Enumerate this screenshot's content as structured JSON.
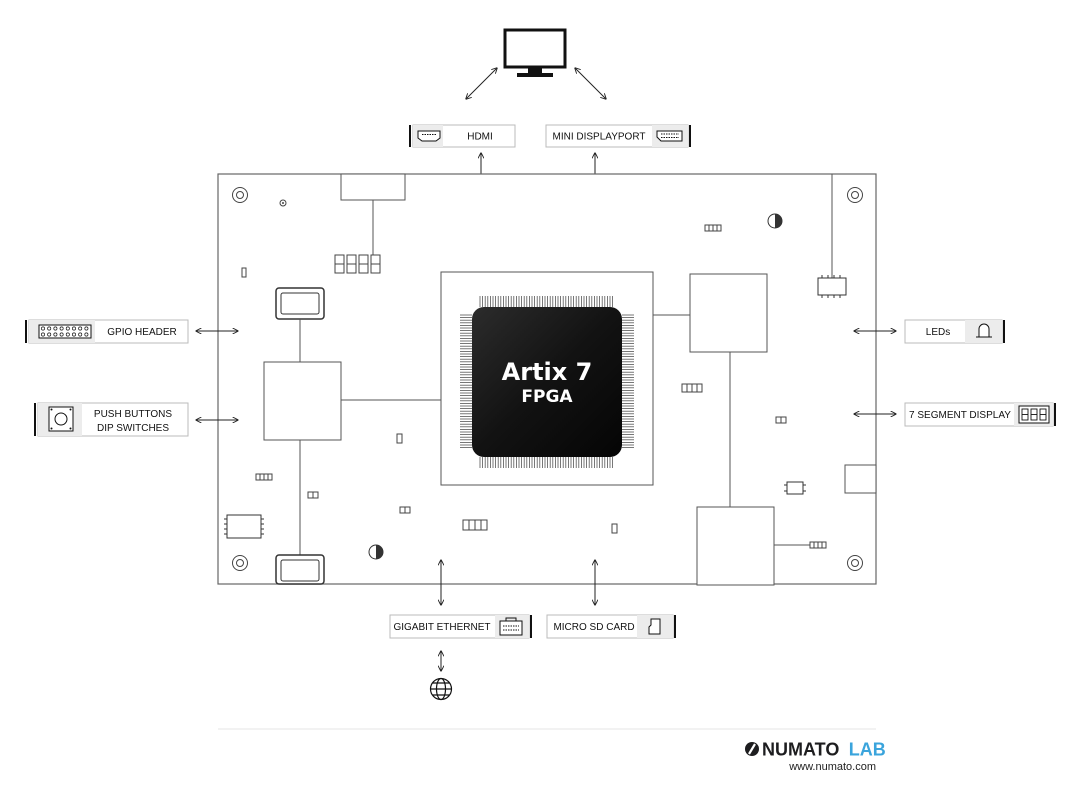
{
  "chip": {
    "name": "Artix 7",
    "type": "FPGA"
  },
  "interfaces": {
    "hdmi": "HDMI",
    "mini_displayport": "MINI DISPLAYPORT",
    "gpio_header": "GPIO HEADER",
    "push_buttons": "PUSH BUTTONS",
    "dip_switches": "DIP SWITCHES",
    "leds": "LEDs",
    "seven_segment": "7 SEGMENT DISPLAY",
    "gigabit_ethernet": "GIGABIT ETHERNET",
    "micro_sd": "MICRO SD CARD"
  },
  "logo": {
    "numato": "NUMATO",
    "lab": "LAB",
    "url": "www.numato.com"
  },
  "icons": {
    "monitor": "monitor-icon",
    "hdmi": "hdmi-port-icon",
    "displayport": "displayport-icon",
    "gpio": "pin-header-icon",
    "button": "push-button-icon",
    "led": "led-icon",
    "segment": "seven-segment-icon",
    "ethernet": "ethernet-port-icon",
    "sd": "sd-card-icon",
    "globe": "globe-icon"
  },
  "colors": {
    "chip": "#0d0d0d",
    "brand_dark": "#1d1d1f",
    "brand_accent": "#3aa4dc"
  }
}
